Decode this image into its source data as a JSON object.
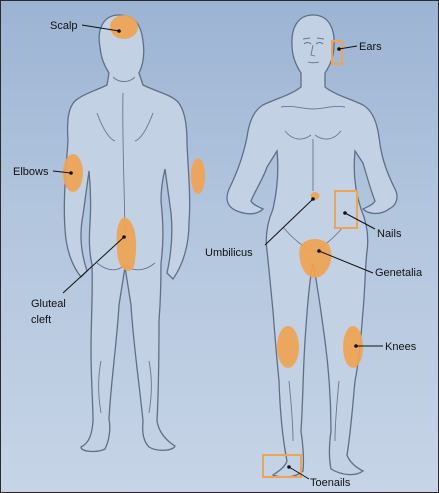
{
  "labels": {
    "scalp": "Scalp",
    "ears": "Ears",
    "elbows": "Elbows",
    "nails": "Nails",
    "umbilicus": "Umbilicus",
    "genitalia": "Genetalia",
    "gluteal_line1": "Gluteal",
    "gluteal_line2": "cleft",
    "knees": "Knees",
    "toenails": "Toenails"
  },
  "colors": {
    "background_top": "#9cb4d3",
    "background_bottom": "#c6d4e6",
    "skin": "#c3d1e4",
    "outline": "#5f6f86",
    "lesion": "#f0a354",
    "label_text": "#111111",
    "frame_border": "#2b2b2b"
  }
}
